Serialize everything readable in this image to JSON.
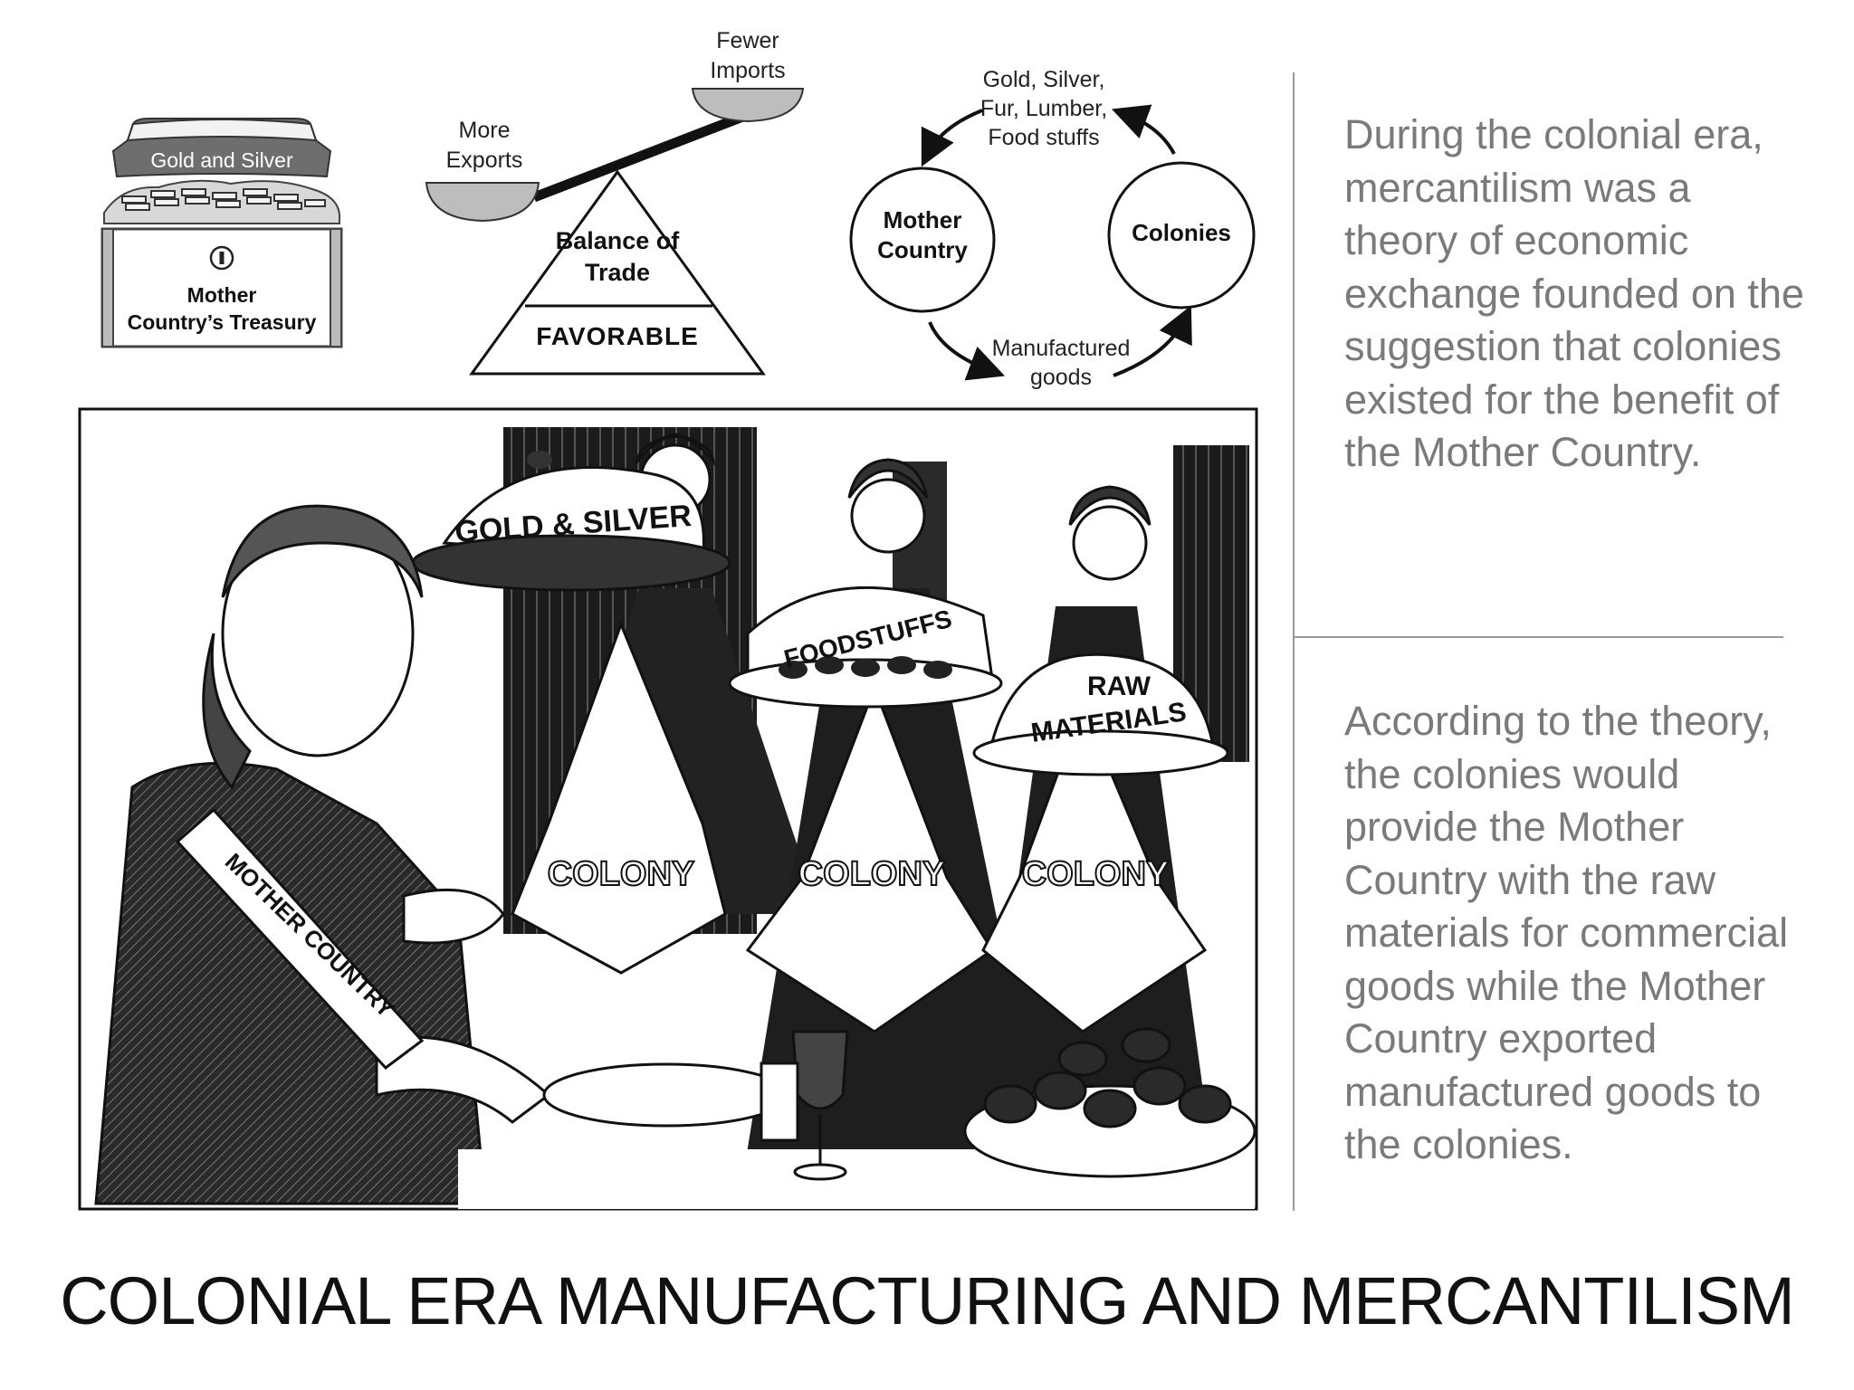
{
  "treasury": {
    "lid_label": "Gold and Silver",
    "chest_label_line1": "Mother",
    "chest_label_line2": "Country’s Treasury"
  },
  "balance_scale": {
    "right_pan_line1": "Fewer",
    "right_pan_line2": "Imports",
    "left_pan_line1": "More",
    "left_pan_line2": "Exports",
    "fulcrum_line1": "Balance of",
    "fulcrum_line2": "Trade",
    "base_label": "FAVORABLE"
  },
  "trade_cycle": {
    "top_flow_line1": "Gold, Silver,",
    "top_flow_line2": "Fur, Lumber,",
    "top_flow_line3": "Food stuffs",
    "node_left_line1": "Mother",
    "node_left_line2": "Country",
    "node_right": "Colonies",
    "bottom_flow_line1": "Manufactured",
    "bottom_flow_line2": "goods"
  },
  "cartoon": {
    "platter_gold": "GOLD & SILVER",
    "platter_food": "FOODSTUFFS",
    "platter_raw_line1": "RAW",
    "platter_raw_line2": "MATERIALS",
    "sash": "MOTHER COUNTRY",
    "apron_labels": [
      "COLONY",
      "COLONY",
      "COLONY"
    ]
  },
  "text_panel": {
    "paragraph1": "During the colonial era, mercantilism was a theory of economic exchange founded on the suggestion that colonies existed for the benefit of the Mother Country.",
    "paragraph2": "According to the theory, the colonies would provide the Mother Country with the raw materials for commercial goods while the Mother Country exported manufactured goods to the colonies."
  },
  "title": "COLONIAL ERA MANUFACTURING AND MERCANTILISM",
  "colors": {
    "ink": "#111111",
    "body_text": "#7a7a7a",
    "divider": "#9a9a9a",
    "gold_panel": "#6e6e6e"
  }
}
